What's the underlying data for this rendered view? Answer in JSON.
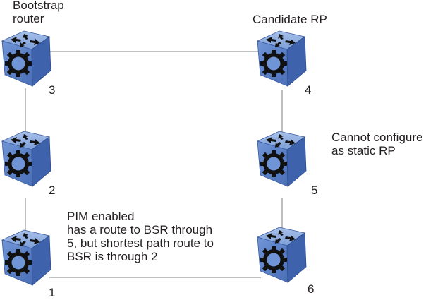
{
  "diagram": {
    "routers": [
      {
        "id": "3",
        "number": "3",
        "label": "Bootstrap\nrouter"
      },
      {
        "id": "4",
        "number": "4",
        "label": "Candidate RP"
      },
      {
        "id": "2",
        "number": "2",
        "label": ""
      },
      {
        "id": "5",
        "number": "5",
        "label": ""
      },
      {
        "id": "1",
        "number": "1",
        "label": ""
      },
      {
        "id": "6",
        "number": "6",
        "label": ""
      }
    ],
    "links": [
      {
        "from": "3",
        "to": "4"
      },
      {
        "from": "3",
        "to": "2"
      },
      {
        "from": "2",
        "to": "1"
      },
      {
        "from": "4",
        "to": "5"
      },
      {
        "from": "5",
        "to": "6"
      },
      {
        "from": "1",
        "to": "6"
      }
    ],
    "annotations": {
      "bootstrap": "Bootstrap\nrouter",
      "candidate": "Candidate RP",
      "static_rp": "Cannot configure\nas static RP",
      "pim_note": "PIM enabled\nhas a route to BSR through\n5, but shortest path route to\nBSR is through 2"
    },
    "colors": {
      "cube_top": "#8eaee0",
      "cube_front": "#5b82c8",
      "cube_side": "#3d5fa8",
      "link": "#9a9a9a",
      "icon": "#111111"
    }
  }
}
